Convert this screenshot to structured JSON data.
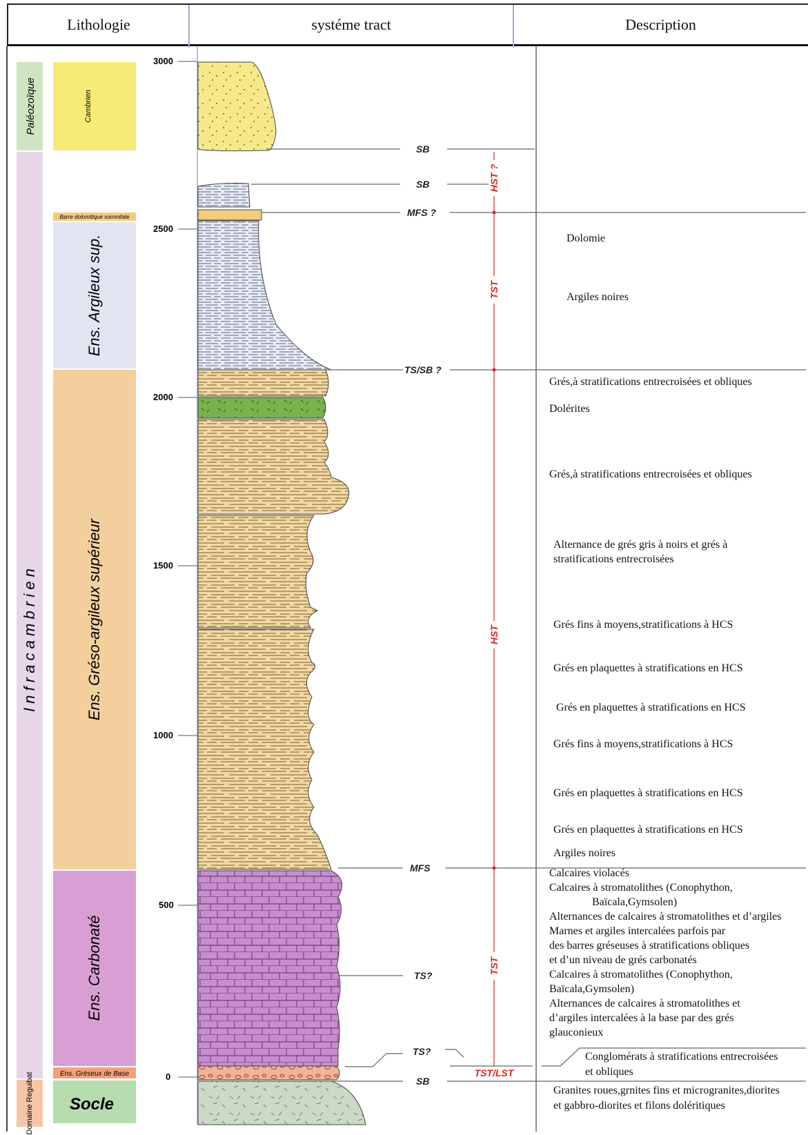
{
  "header": {
    "col1": "Lithologie",
    "col2": "systéme tract",
    "col3": "Description"
  },
  "eras": {
    "paleozoic": "Paléozoïque",
    "infracambrien": "I n f r a c a m b r i e n",
    "socle": "Domaine Reguibat"
  },
  "units": {
    "cambrien": "Cambrien",
    "barre": "Barre dolomitique sommitale",
    "argileux": "Ens. Argileux sup.",
    "greso": "Ens. Gréso-argileux supérieur",
    "carbonate": "Ens. Carbonaté",
    "greseux": "Ens. Gréseux de Base",
    "socle": "Socle"
  },
  "depth_ticks": [
    "3000",
    "2500",
    "2000",
    "1500",
    "1000",
    "500",
    "0"
  ],
  "surfaces": {
    "sb1": "SB",
    "sb2": "SB",
    "mfs1": "MFS ?",
    "tssb": "TS/SB ?",
    "mfs2": "MFS",
    "ts1": "TS?",
    "ts2": "TS?",
    "sb3": "SB"
  },
  "tracts": {
    "hst1": "HST ?",
    "tst1": "TST",
    "hst2": "HST",
    "tst2": "TST",
    "tstlst": "TST/LST"
  },
  "descriptions": {
    "d1": "Dolomie",
    "d2": "Argiles noires",
    "d3": "Grés,à stratifications entrecroisées et obliques",
    "d4": "Dolérites",
    "d5": "Grés,à stratifications entrecroisées et obliques",
    "d6a": "Alternance de grés gris à noirs et grés à",
    "d6b": "stratifications entrecroisées",
    "d7": "Grés fins à moyens,stratifications à HCS",
    "d8": "Grés en plaquettes à stratifications en HCS",
    "d9": "Grés en plaquettes à stratifications en HCS",
    "d10": "Grés fins à moyens,stratifications à HCS",
    "d11": "Grés en plaquettes à stratifications en HCS",
    "d12": "Grés en plaquettes à stratifications en HCS",
    "d13": "Argiles noires",
    "d14": "Calcaires violacés",
    "d15a": "Calcaires à stromatolithes (Conophython,",
    "d15b": "Baïcala,Gymsolen)",
    "d16": "Alternances de calcaires à stromatolithes et d’argiles",
    "d17a": "Marnes et argiles intercalées parfois par",
    "d17b": "des barres gréseuses à stratifications obliques",
    "d17c": "et d’un niveau de grés carbonatés",
    "d18a": "Calcaires à stromatolithes (Conophython,",
    "d18b": "Baïcala,Gymsolen)",
    "d19a": "Alternances de calcaires à stromatolithes et",
    "d19b": "d’argiles intercalées à la base par des grés",
    "d19c": "glauconieux",
    "d20a": "Conglomérats à stratifications entrecroisées",
    "d20b": "et obliques",
    "d21a": "Granites roues,grnites fins et microgranites,diorites",
    "d21b": "et gabbro-diorites et filons doléritiques"
  },
  "colors": {
    "yellow": "#f6ec7a",
    "pink": "#e6d6e8",
    "green_era": "#cfe4c0",
    "orange_era": "#f6c5a8",
    "cambrien": "#f7ea76",
    "barre": "#f2cc7c",
    "argileux": "#e3e4f1",
    "greso": "#f4cf9e",
    "carbonate": "#d89fd4",
    "greseux": "#f5a07a",
    "socle_box": "#b6dcb0",
    "sand": "#f2d9a4",
    "clay": "#e8ecf4",
    "dolerite": "#78b24a",
    "limestone": "#c98dcf",
    "granite": "#c8d7c2",
    "cong": "#f3b39b",
    "red": "#e02222"
  }
}
